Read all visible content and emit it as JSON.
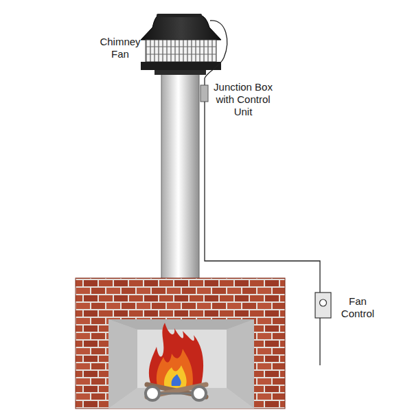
{
  "diagram": {
    "labels": [
      "Chimney Fan",
      "Junction Box with Control Unit",
      "Fan Control"
    ]
  }
}
